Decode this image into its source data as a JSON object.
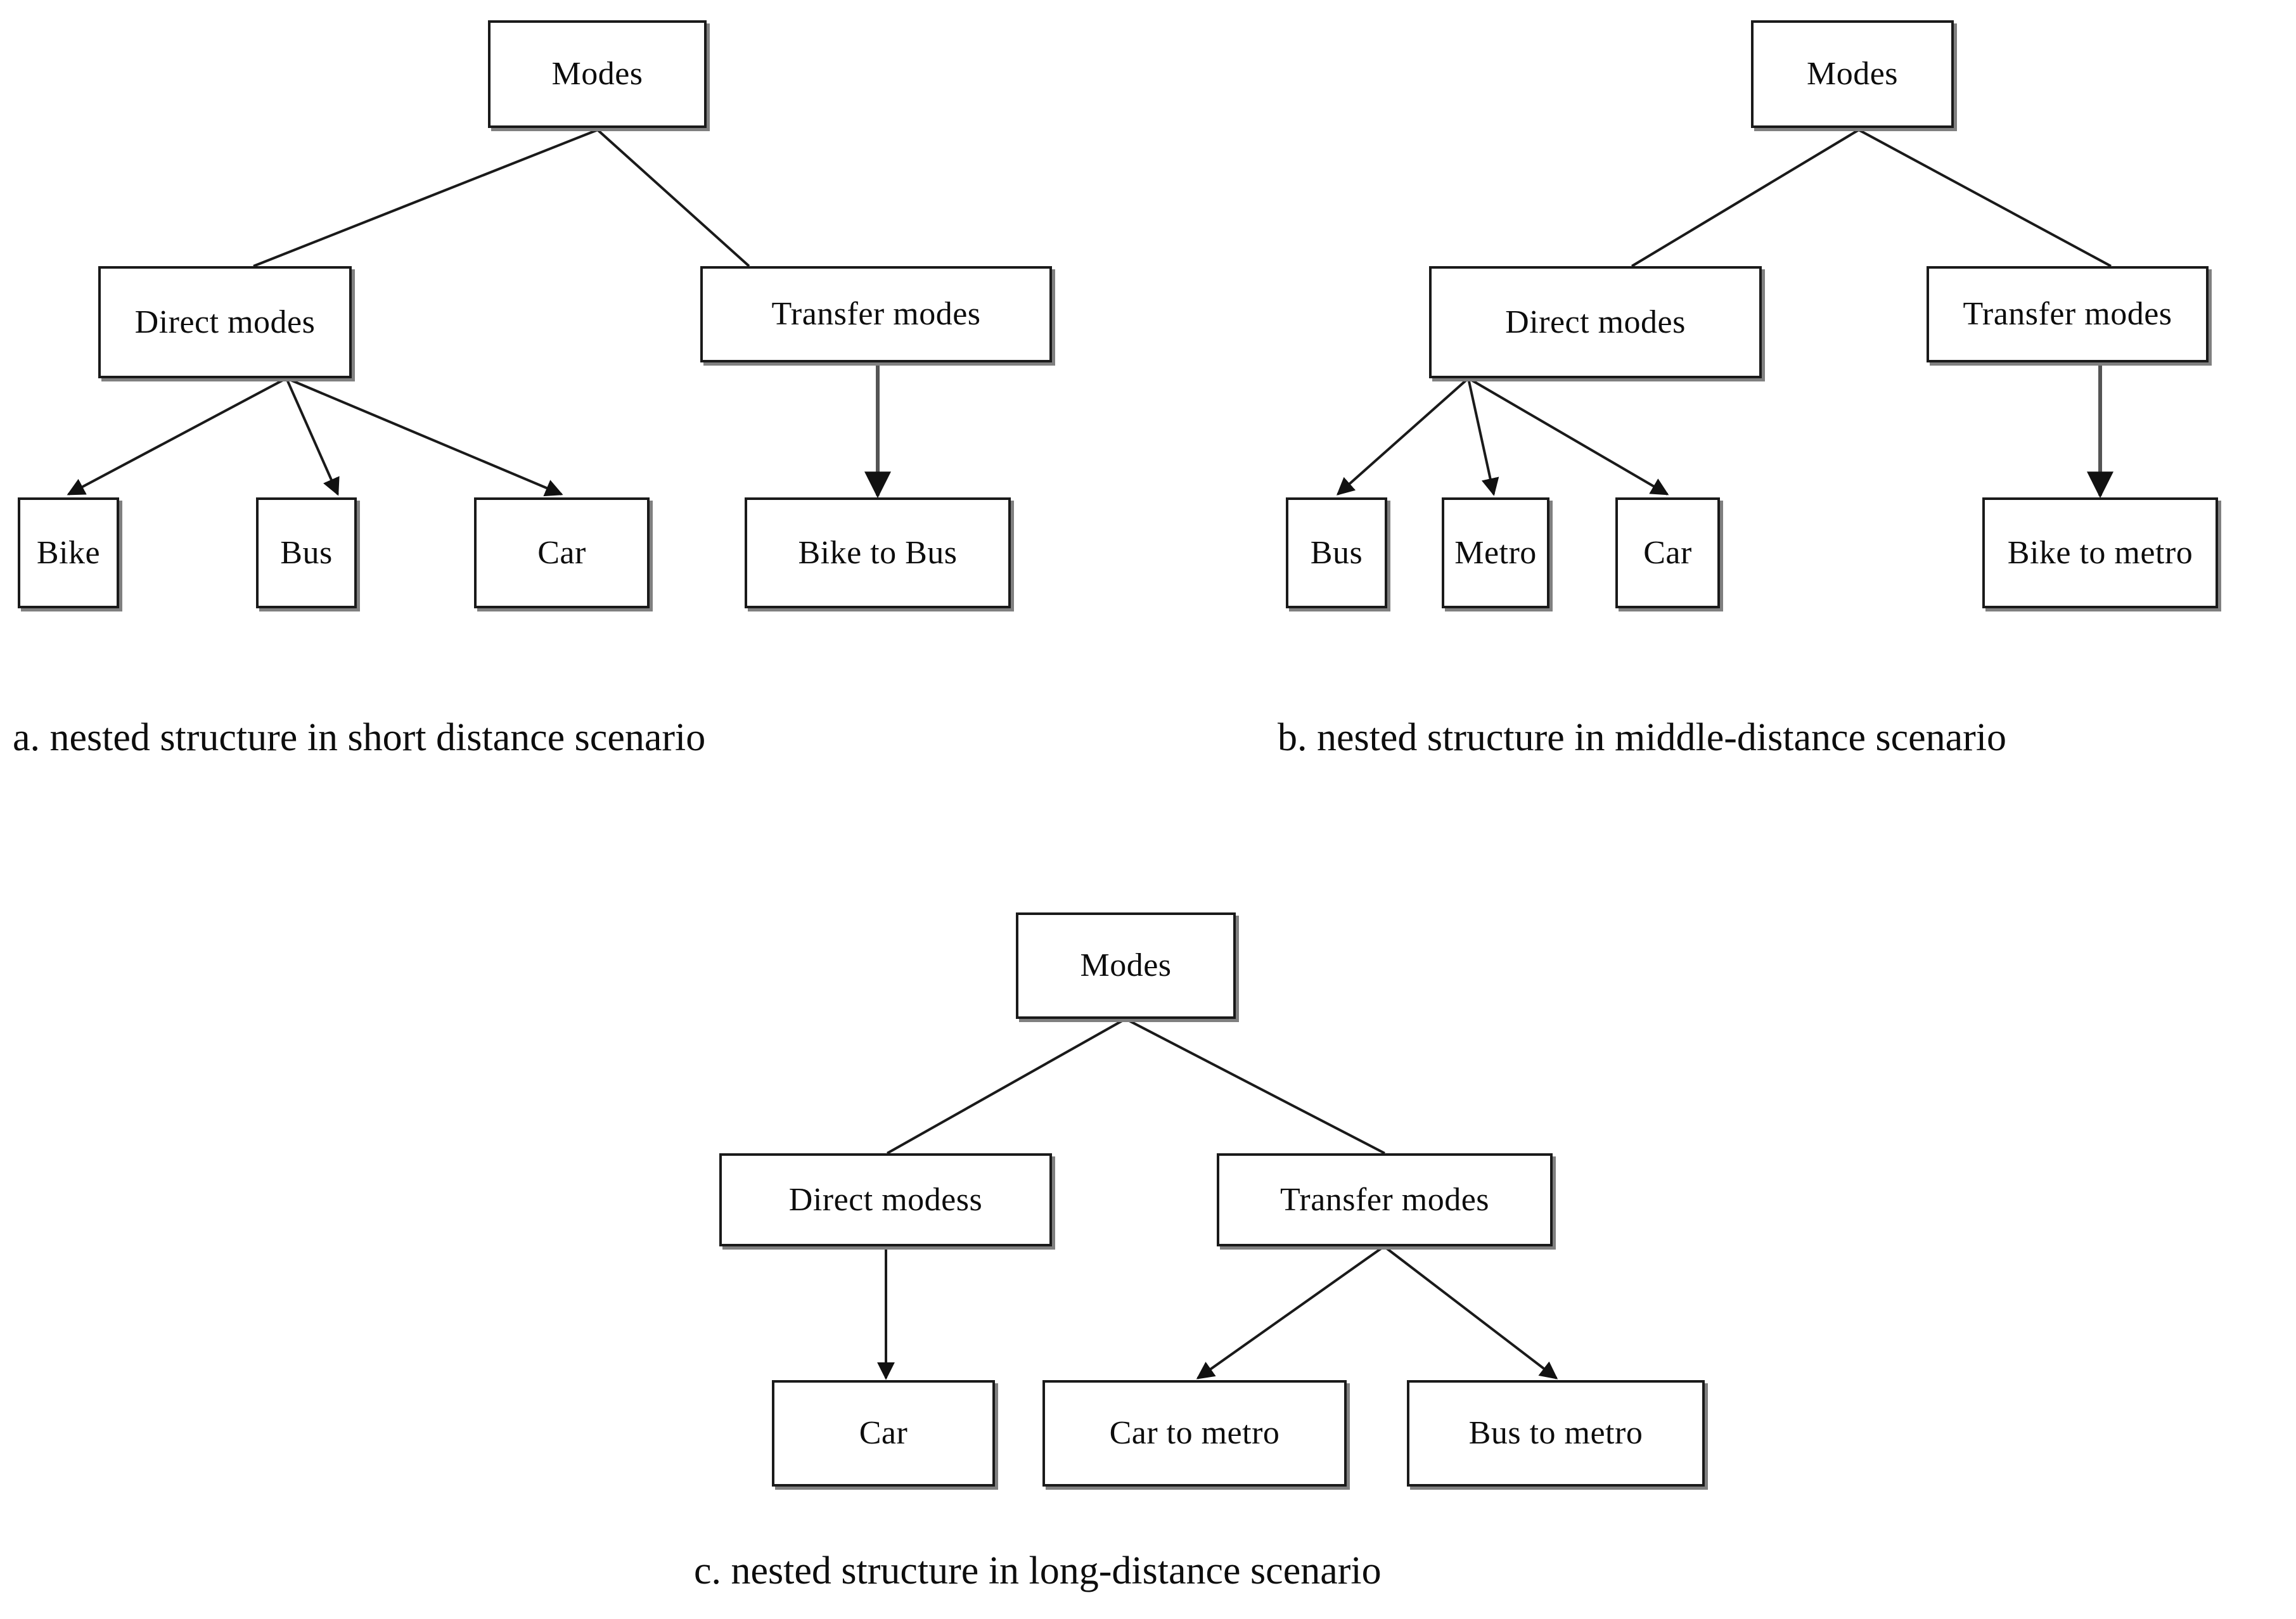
{
  "figure": {
    "type": "diagram",
    "subtype": "tree-hierarchy",
    "background_color": "#ffffff",
    "node_border_color": "#1a1a1a",
    "node_shadow_color": "#808080",
    "text_color": "#0d0d0d",
    "edge_color": "#1a1a1a"
  },
  "panels": [
    {
      "id": "a",
      "caption": "a. nested structure in short distance scenario",
      "nodes": {
        "root": "Modes",
        "branch_left": "Direct modes",
        "branch_right": "Transfer modes",
        "leaves_left": [
          "Bike",
          "Bus",
          "Car"
        ],
        "leaves_right": [
          "Bike to Bus"
        ]
      }
    },
    {
      "id": "b",
      "caption": "b. nested structure in middle-distance scenario",
      "nodes": {
        "root": "Modes",
        "branch_left": "Direct modes",
        "branch_right": "Transfer modes",
        "leaves_left": [
          "Bus",
          "Metro",
          "Car"
        ],
        "leaves_right": [
          "Bike to metro"
        ]
      }
    },
    {
      "id": "c",
      "caption": "c. nested structure in long-distance scenario",
      "nodes": {
        "root": "Modes",
        "branch_left": "Direct modess",
        "branch_right": "Transfer modes",
        "leaves_left": [
          "Car"
        ],
        "leaves_right": [
          "Car to metro",
          "Bus to metro"
        ]
      }
    }
  ]
}
